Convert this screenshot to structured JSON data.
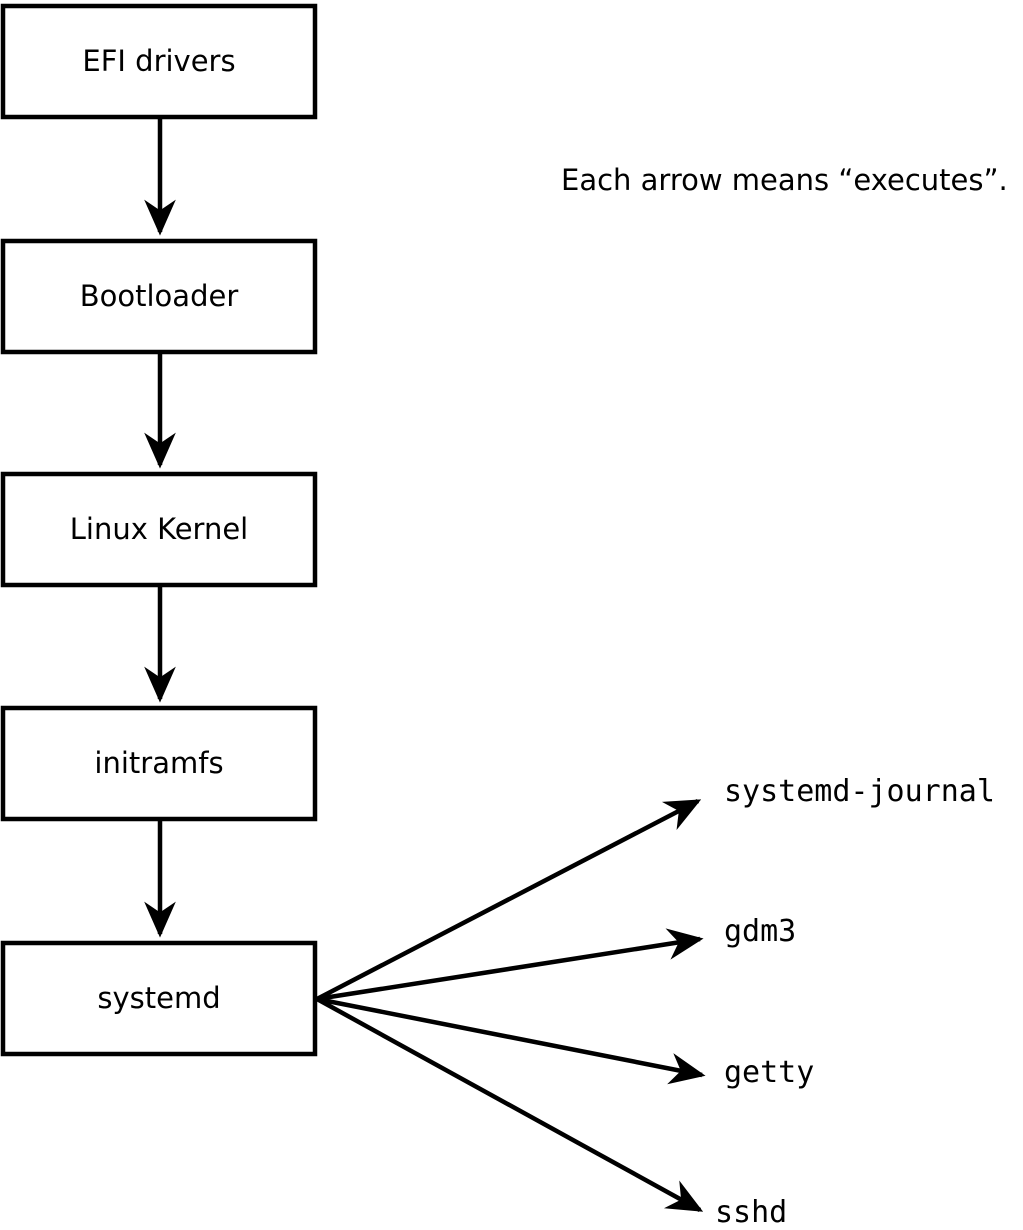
{
  "diagram": {
    "note": "Each arrow means “executes”.",
    "edge_meaning": "executes",
    "chain_nodes": [
      "EFI drivers",
      "Bootloader",
      "Linux Kernel",
      "initramfs",
      "systemd"
    ],
    "fanout_source": "systemd",
    "fanout_targets": [
      "systemd-journal",
      "gdm3",
      "getty",
      "sshd"
    ],
    "colors": {
      "line": "#000000",
      "text": "#000000",
      "box_fill": "#ffffff",
      "background": "#ffffff"
    }
  }
}
